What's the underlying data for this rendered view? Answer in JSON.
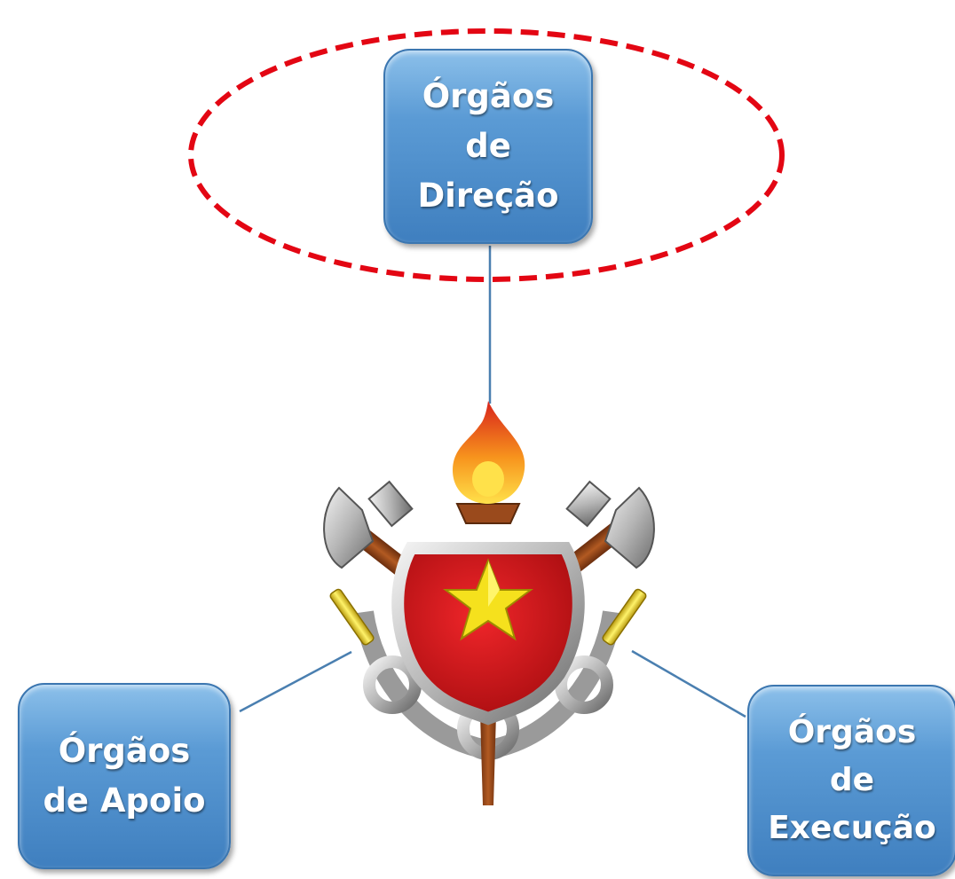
{
  "diagram": {
    "nodes": {
      "direcao": {
        "lines": [
          "Órgãos",
          "de",
          "Direção"
        ]
      },
      "apoio": {
        "lines": [
          "Órgãos",
          "de Apoio"
        ]
      },
      "execucao": {
        "lines": [
          "Órgãos",
          "de",
          "Execução"
        ]
      }
    },
    "highlight": {
      "shape": "dashed-ellipse",
      "target": "direcao"
    },
    "emblem": {
      "name": "firefighter-emblem"
    }
  },
  "colors": {
    "node_fill": "#5b9bd5",
    "node_border": "#3b76b0",
    "node_text": "#ffffff",
    "connector": "#4a7fb0",
    "highlight": "#e30613",
    "shield_red": "#d0161c",
    "star_yellow": "#f5e11d",
    "flame_orange": "#f36f10",
    "handle_brown": "#9a4a1c",
    "metal_gray": "#b8b8b8"
  }
}
